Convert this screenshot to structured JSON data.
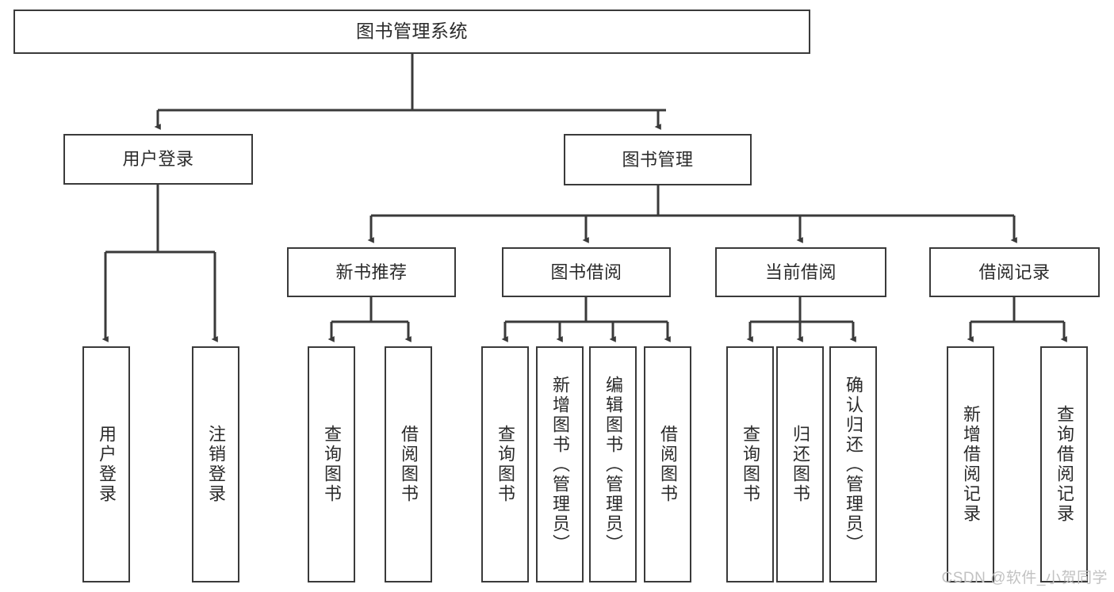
{
  "diagram": {
    "title": "图书管理系统",
    "watermark": "CSDN @软件_小贺同学",
    "stroke_color": "#3a3a3a",
    "text_color": "#2b2b2b",
    "background": "#ffffff",
    "nodes": {
      "root": {
        "label": "图书管理系统"
      },
      "level2": [
        {
          "label": "用户登录"
        },
        {
          "label": "图书管理"
        }
      ],
      "level3": [
        {
          "label": "新书推荐"
        },
        {
          "label": "图书借阅"
        },
        {
          "label": "当前借阅"
        },
        {
          "label": "借阅记录"
        }
      ],
      "leaves_user_login": [
        {
          "label": "用户登录"
        },
        {
          "label": "注销登录"
        }
      ],
      "leaves_new_books": [
        {
          "label": "查询图书"
        },
        {
          "label": "借阅图书"
        }
      ],
      "leaves_borrow": [
        {
          "label": "查询图书"
        },
        {
          "label": "新增图书（管理员）"
        },
        {
          "label": "编辑图书（管理员）"
        },
        {
          "label": "借阅图书"
        }
      ],
      "leaves_current": [
        {
          "label": "查询图书"
        },
        {
          "label": "归还图书"
        },
        {
          "label": "确认归还（管理员）"
        }
      ],
      "leaves_records": [
        {
          "label": "新增借阅记录"
        },
        {
          "label": "查询借阅记录"
        }
      ]
    }
  }
}
